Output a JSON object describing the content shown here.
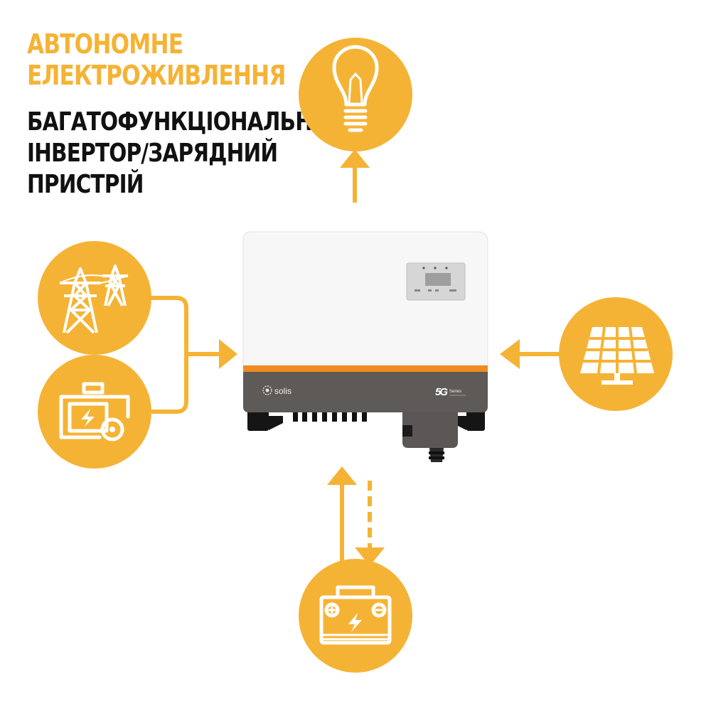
{
  "title": {
    "lines": [
      "АВТОНОМНЕ",
      "ЕЛЕКТРОЖИВЛЕННЯ"
    ]
  },
  "subtitle": {
    "lines": [
      "БАГАТОФУНКЦІОНАЛЬНИЙ",
      "ІНВЕРТОР/ЗАРЯДНИЙ",
      "ПРИСТРІЙ"
    ]
  },
  "inverter": {
    "brand": "solis",
    "series": "Series"
  },
  "nodes": [
    {
      "id": "load",
      "icon": "light-bulb-icon"
    },
    {
      "id": "grid",
      "icon": "power-tower-icon"
    },
    {
      "id": "generator",
      "icon": "generator-icon"
    },
    {
      "id": "solar",
      "icon": "solar-panel-icon"
    },
    {
      "id": "battery",
      "icon": "battery-icon"
    }
  ],
  "colors": {
    "accent": "#f5b335",
    "text": "#111111",
    "inverter_body": "#f7f7f7",
    "inverter_band": "#5d5a58",
    "inverter_stripe": "#ef8b22"
  }
}
